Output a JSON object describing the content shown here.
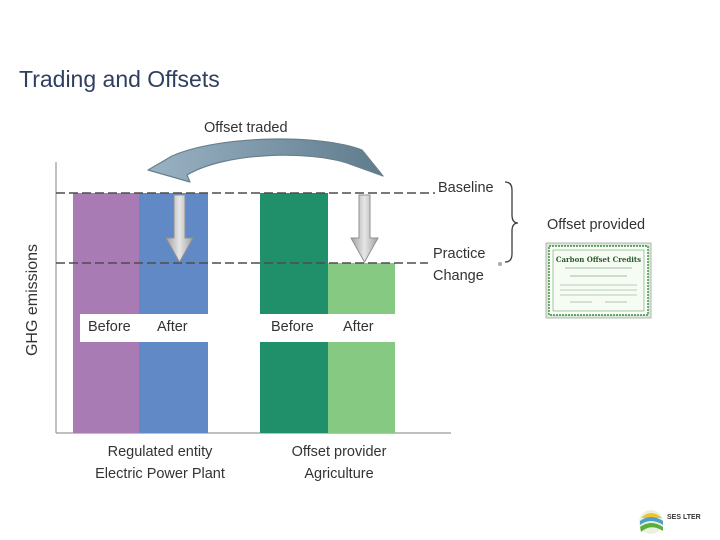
{
  "slide": {
    "title": "Trading and Offsets"
  },
  "labels": {
    "offset_traded": "Offset traded",
    "baseline": "Baseline",
    "offset_provided": "Offset provided",
    "practice_change_line1": "Practice",
    "practice_change_line2": "Change",
    "y_axis": "GHG emissions"
  },
  "bars": {
    "regulated_before": "Before",
    "regulated_after": "After",
    "provider_before": "Before",
    "provider_after": "After"
  },
  "groups": {
    "regulated_line1": "Regulated entity",
    "regulated_line2": "Electric Power Plant",
    "provider_line1": "Offset provider",
    "provider_line2": "Agriculture"
  },
  "certificate": {
    "title": "Carbon Offset Credits"
  },
  "logo": {
    "name": "SES LTER"
  },
  "colors": {
    "regulated_before": "#a97bb5",
    "regulated_after": "#6189c6",
    "provider_before": "#1f906a",
    "provider_after": "#86c982",
    "arrow": "#a8bfcf",
    "title": "#2f3f5f"
  }
}
